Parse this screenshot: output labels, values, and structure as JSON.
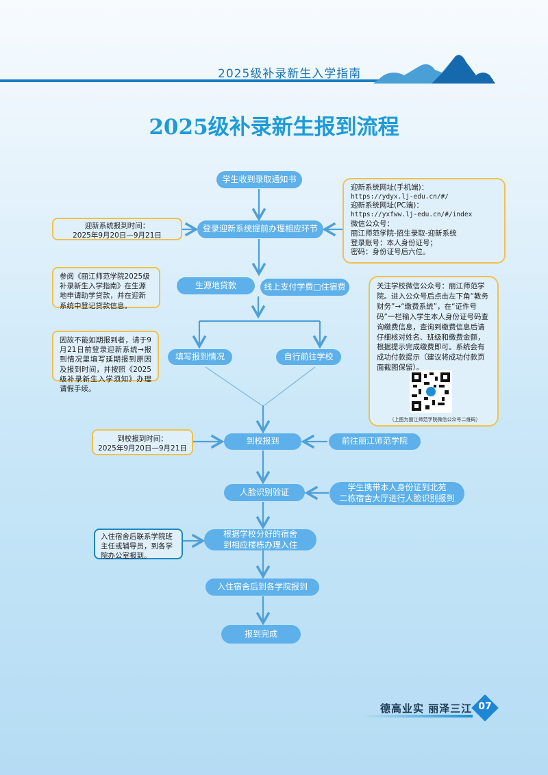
{
  "header": {
    "running_title": "2025级补录新生入学指南"
  },
  "page_title": "2025级补录新生报到流程",
  "steps": {
    "receive_notice": "学生收到录取通知书",
    "login_system": "登录迎新系统提前办理相应环节",
    "loan": "生源地贷款",
    "pay_fees": "线上支付学费□住宿费",
    "fill_status": "填写报到情况",
    "go_to_school": "自行前往学校",
    "arrive": "到校报到",
    "go_to_college": "前往丽江师范学院",
    "face_verify": "人脸识别验证",
    "face_verify_note": [
      "学生携带本人身份证到北苑",
      "二栋宿舍大厅进行人脸识别报到"
    ],
    "check_in": [
      "根据学校分好的宿舍",
      "到相应楼栋办理入住"
    ],
    "report_college": "入住宿舍后到各学院报到",
    "done": "报到完成"
  },
  "notes": {
    "system_time": [
      "迎新系统报到时间：",
      "2025年9月20日—9月21日"
    ],
    "system_info": [
      "迎新系统网址(手机端)：",
      "https://ydyx.lj-edu.cn/#/",
      "迎新系统网址(PC端)：",
      "https://yxfww.lj-edu.cn/#/index",
      "微信公众号：",
      "丽江师范学院-招生录取-迎新系统",
      "登录账号：本人身份证号；",
      "密码：身份证号后六位。"
    ],
    "loan_info": "参阅《丽江师范学院2025级补录新生入学指南》在生源地申请助学贷款，并在迎新系统中登记贷款信息。",
    "payment_info": "关注学校微信公众号：丽江师范学院。进入公众号后点击左下角“教务财务”→“缴费系统”，在“证件号码”一栏输入学生本人身份证号码查询缴费信息，查询到缴费信息后请仔细核对姓名、班级和缴费金额，根据提示完成缴费即可。系统会有成功付款提示（建议将成功付款页面截图保留）。",
    "qr_caption": "（上图为丽江师范学院微信公众号二维码）",
    "delay_info": "因故不能如期报到者，请于9月21日前登录迎新系统→报到情况里填写延期报到原因及报到时间，并按照《2025级补录新生入学须知》办理请假手续。",
    "arrive_time": [
      "到校报到时间：",
      "2025年9月20日—9月21日"
    ],
    "dorm_info": "入住宿舍后联系学院班主任或辅导员，到各学院办公室报到。"
  },
  "footer": {
    "motto": "德高业实 丽泽三江",
    "page_number": "07"
  }
}
